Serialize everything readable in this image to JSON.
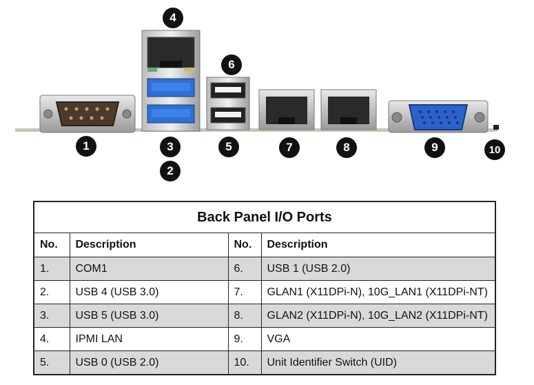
{
  "callouts": [
    "1",
    "2",
    "3",
    "4",
    "5",
    "6",
    "7",
    "8",
    "9",
    "10"
  ],
  "table": {
    "title": "Back Panel I/O Ports",
    "headers": [
      "No.",
      "Description",
      "No.",
      "Description"
    ],
    "rows": [
      [
        "1.",
        "COM1",
        "6.",
        "USB 1 (USB 2.0)"
      ],
      [
        "2.",
        "USB 4 (USB 3.0)",
        "7.",
        "GLAN1 (X11DPi-N), 10G_LAN1 (X11DPi-NT)"
      ],
      [
        "3.",
        "USB 5 (USB 3.0)",
        "8.",
        "GLAN2 (X11DPi-N), 10G_LAN2 (X11DPi-NT)"
      ],
      [
        "4.",
        "IPMI LAN",
        "9.",
        "VGA"
      ],
      [
        "5.",
        "USB 0 (USB 2.0)",
        "10.",
        "Unit Identifier Switch (UID)"
      ]
    ]
  },
  "colors": {
    "usb3_blue": "#2f6fd6",
    "vga_blue": "#2c62c9",
    "row_shade": "#d9d9d9"
  }
}
